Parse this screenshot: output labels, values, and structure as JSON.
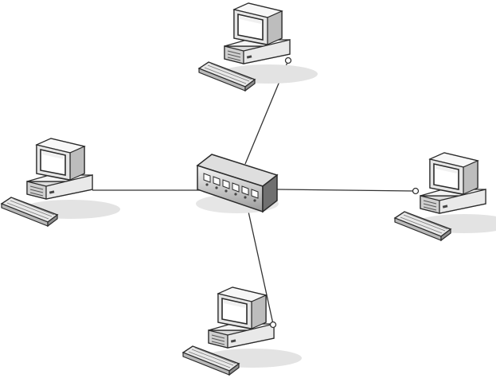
{
  "diagram": {
    "topology": "star",
    "nodes": [
      {
        "id": "hub",
        "kind": "network-hub"
      },
      {
        "id": "pc-top",
        "kind": "desktop-computer"
      },
      {
        "id": "pc-left",
        "kind": "desktop-computer"
      },
      {
        "id": "pc-right",
        "kind": "desktop-computer"
      },
      {
        "id": "pc-bottom",
        "kind": "desktop-computer"
      }
    ],
    "edges": [
      {
        "from": "hub",
        "to": "pc-top"
      },
      {
        "from": "hub",
        "to": "pc-left"
      },
      {
        "from": "hub",
        "to": "pc-right"
      },
      {
        "from": "hub",
        "to": "pc-bottom"
      }
    ],
    "colors": {
      "line": "#333333",
      "monitor_light": "#f2f2f2",
      "monitor_mid": "#cfcfcf",
      "monitor_dark": "#8c8c8c",
      "screen": "#ffffff",
      "hub_light": "#eaeaea",
      "hub_dark": "#6f6f6f",
      "shadow": "#d9d9d9"
    }
  }
}
